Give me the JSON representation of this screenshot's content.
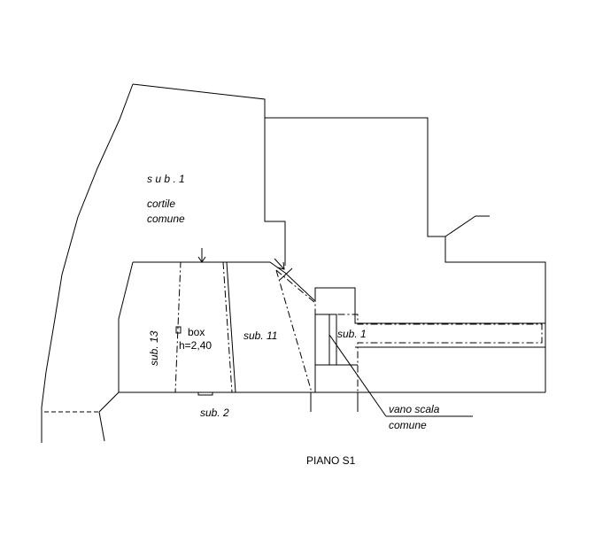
{
  "labels": {
    "sub1_top": "s u b .  1",
    "cortile": "cortile",
    "comune": "comune",
    "box": "box",
    "box_height": "h=2,40",
    "sub13": "sub. 13",
    "sub11": "sub. 11",
    "sub1_right": "sub. 1",
    "sub2": "sub. 2",
    "vano_scala": "vano scala",
    "vano_comune": "comune",
    "floor": "PIANO S1"
  }
}
